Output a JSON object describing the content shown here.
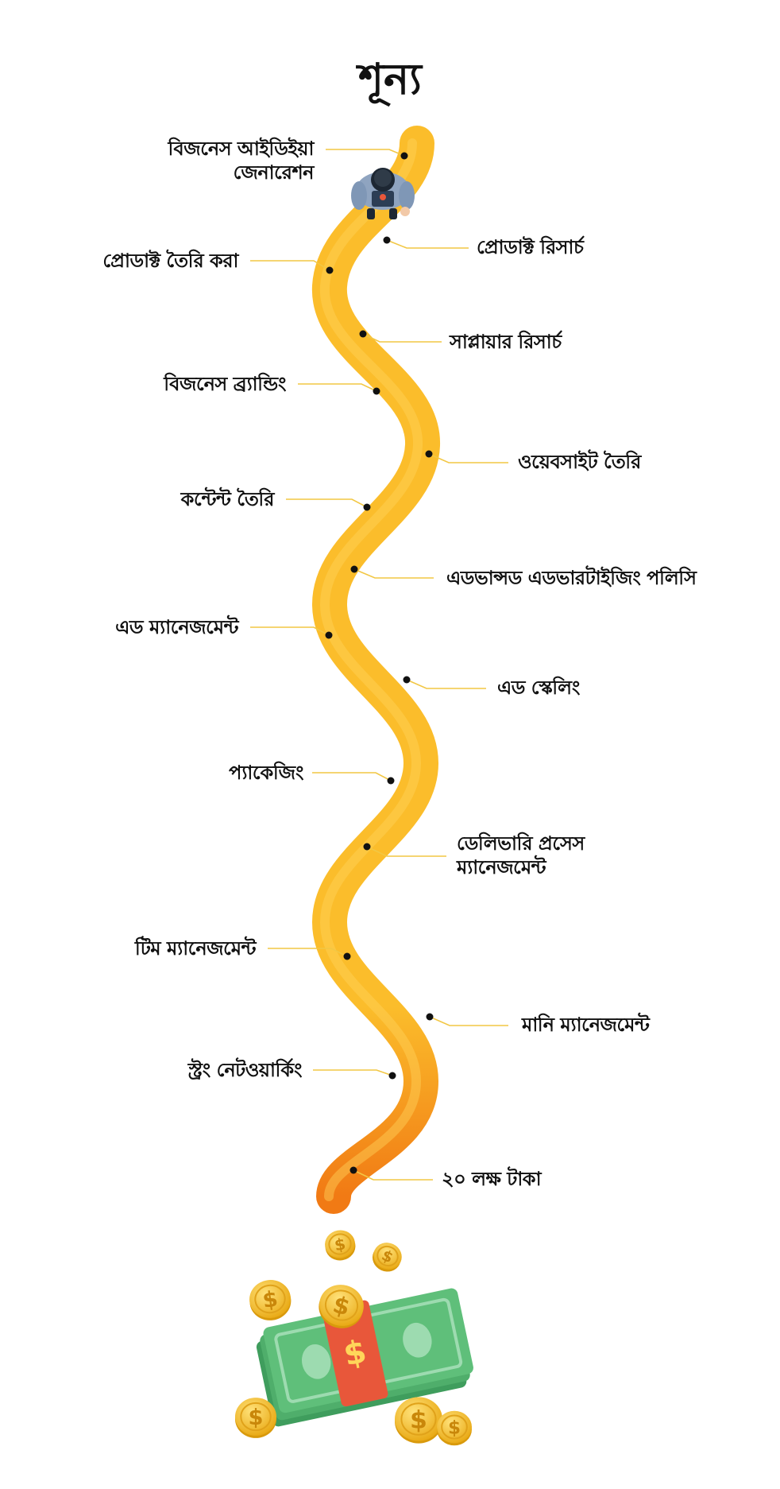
{
  "title": "শূন্য",
  "milestones": [
    {
      "text": "বিজনেস আইডিইয়া\nজেনারেশন",
      "side": "left"
    },
    {
      "text": "প্রোডাক্ট রিসার্চ",
      "side": "right"
    },
    {
      "text": "প্রোডাক্ট তৈরি করা",
      "side": "left"
    },
    {
      "text": "সাপ্লায়ার রিসার্চ",
      "side": "right"
    },
    {
      "text": "বিজনেস ব্র্যান্ডিং",
      "side": "left"
    },
    {
      "text": "ওয়েবসাইট তৈরি",
      "side": "right"
    },
    {
      "text": "কন্টেন্ট তৈরি",
      "side": "left"
    },
    {
      "text": "এডভান্সড এডভারটাইজিং পলিসি",
      "side": "right"
    },
    {
      "text": "এড ম্যানেজমেন্ট",
      "side": "left"
    },
    {
      "text": "এড স্কেলিং",
      "side": "right"
    },
    {
      "text": "প্যাকেজিং",
      "side": "left"
    },
    {
      "text": "ডেলিভারি প্রসেস\nম্যানেজমেন্ট",
      "side": "right"
    },
    {
      "text": "টিম ম্যানেজমেন্ট",
      "side": "left"
    },
    {
      "text": "মানি ম্যানেজমেন্ট",
      "side": "right"
    },
    {
      "text": "স্ট্রং নেটওয়ার্কিং",
      "side": "left"
    },
    {
      "text": "২০ লক্ষ টাকা",
      "side": "right"
    }
  ],
  "colors": {
    "road": "#fbbd2b",
    "road_end": "#f17a14",
    "leader": "#f2c744",
    "dot": "#111111",
    "cash": "#5fbf7a",
    "band": "#e8573a",
    "coin": "#f7c531"
  },
  "icons": [
    "person-with-laptop-icon",
    "money-stack-icon",
    "dollar-coin-icon"
  ]
}
